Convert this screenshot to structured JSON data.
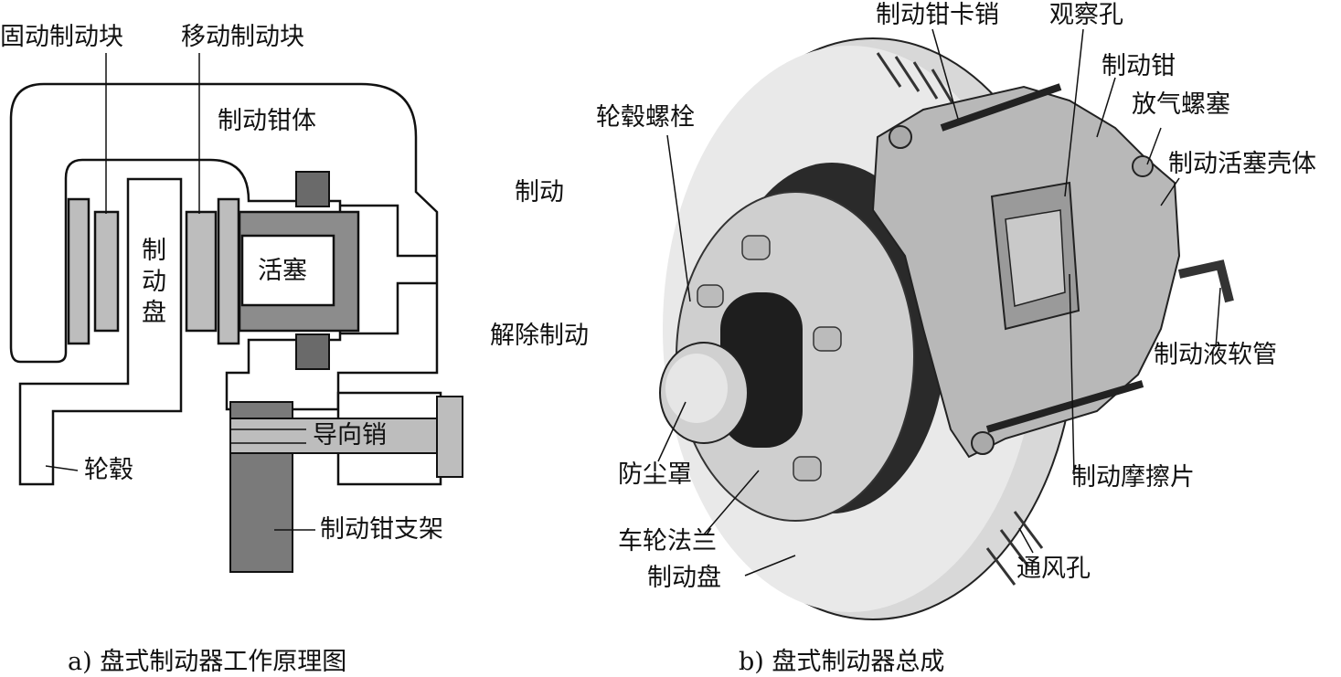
{
  "left_diagram": {
    "labels": {
      "fixed_pad": "固动制动块",
      "moving_pad": "移动制动块",
      "caliper_body": "制动钳体",
      "disc": "制动盘",
      "piston": "活塞",
      "hub": "轮毂",
      "guide_pin": "导向销",
      "caliper_bracket": "制动钳支架"
    },
    "caption": "a) 盘式制动器工作原理图"
  },
  "middle": {
    "apply": "制动",
    "release": "解除制动"
  },
  "right_diagram": {
    "labels": {
      "caliper_pin": "制动钳卡销",
      "inspection_hole": "观察孔",
      "caliper": "制动钳",
      "bleeder": "放气螺塞",
      "piston_housing": "制动活塞壳体",
      "hub_bolt": "轮毂螺栓",
      "dust_cap": "防尘罩",
      "hose": "制动液软管",
      "friction_pad": "制动摩擦片",
      "wheel_flange": "车轮法兰",
      "disc": "制动盘",
      "vent": "通风孔"
    },
    "caption": "b) 盘式制动器总成"
  }
}
